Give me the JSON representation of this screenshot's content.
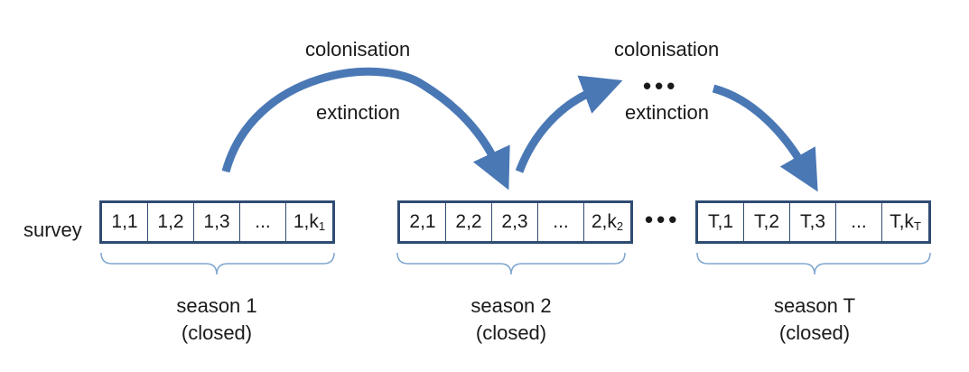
{
  "survey_label": "survey",
  "arrow_labels": [
    {
      "top": "colonisation",
      "bottom": "extinction"
    },
    {
      "top": "colonisation",
      "bottom": "extinction"
    }
  ],
  "ellipsis": "•••",
  "seasons": [
    {
      "cells": [
        {
          "t": "1,1"
        },
        {
          "t": "1,2"
        },
        {
          "t": "1,3"
        },
        {
          "t": "..."
        },
        {
          "t": "1,k",
          "sub": "1"
        }
      ],
      "name": "season 1",
      "status": "(closed)"
    },
    {
      "cells": [
        {
          "t": "2,1"
        },
        {
          "t": "2,2"
        },
        {
          "t": "2,3"
        },
        {
          "t": "..."
        },
        {
          "t": "2,k",
          "sub": "2"
        }
      ],
      "name": "season 2",
      "status": "(closed)"
    },
    {
      "cells": [
        {
          "t": "T,1"
        },
        {
          "t": "T,2"
        },
        {
          "t": "T,3"
        },
        {
          "t": "..."
        },
        {
          "t": "T,k",
          "sub": "T"
        }
      ],
      "name": "season T",
      "status": "(closed)"
    }
  ],
  "colors": {
    "arrow": "#4a78b5",
    "box_border": "#2f4b72",
    "brace": "#7fa6cf"
  }
}
